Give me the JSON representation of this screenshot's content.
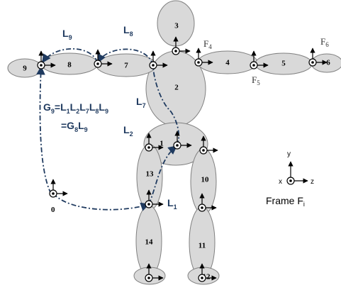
{
  "segments": [
    "1",
    "2",
    "3",
    "4",
    "5",
    "6",
    "7",
    "8",
    "9",
    "10",
    "11",
    "12",
    "13",
    "14"
  ],
  "origin_label": "0",
  "link_labels": {
    "L9": {
      "base": "L",
      "sub": "9"
    },
    "L8": {
      "base": "L",
      "sub": "8"
    },
    "L7": {
      "base": "L",
      "sub": "7"
    },
    "L2": {
      "base": "L",
      "sub": "2"
    },
    "L1": {
      "base": "L",
      "sub": "1"
    }
  },
  "frame_labels": {
    "F4": {
      "base": "F",
      "sub": "4"
    },
    "F5": {
      "base": "F",
      "sub": "5"
    },
    "F6": {
      "base": "F",
      "sub": "6"
    }
  },
  "equation": {
    "line1": {
      "G": "G",
      "Gsub": "9",
      "eq": "=L",
      "s1": "1",
      "t1": "L",
      "s2": "2",
      "t2": "L",
      "s3": "7",
      "t3": "L",
      "s4": "8",
      "t4": "L",
      "s5": "9"
    },
    "line2": {
      "eq": "=G",
      "s1": "8",
      "t1": "L",
      "s2": "9"
    }
  },
  "legend": {
    "y_label": "y",
    "x_label": "x",
    "z_label": "z",
    "title_prefix": "Frame ",
    "title_symbol": "F",
    "title_sub": "i"
  },
  "colors": {
    "segment_fill": "#d9d9d9",
    "segment_stroke": "#808080",
    "path": "#1f3a5f"
  }
}
